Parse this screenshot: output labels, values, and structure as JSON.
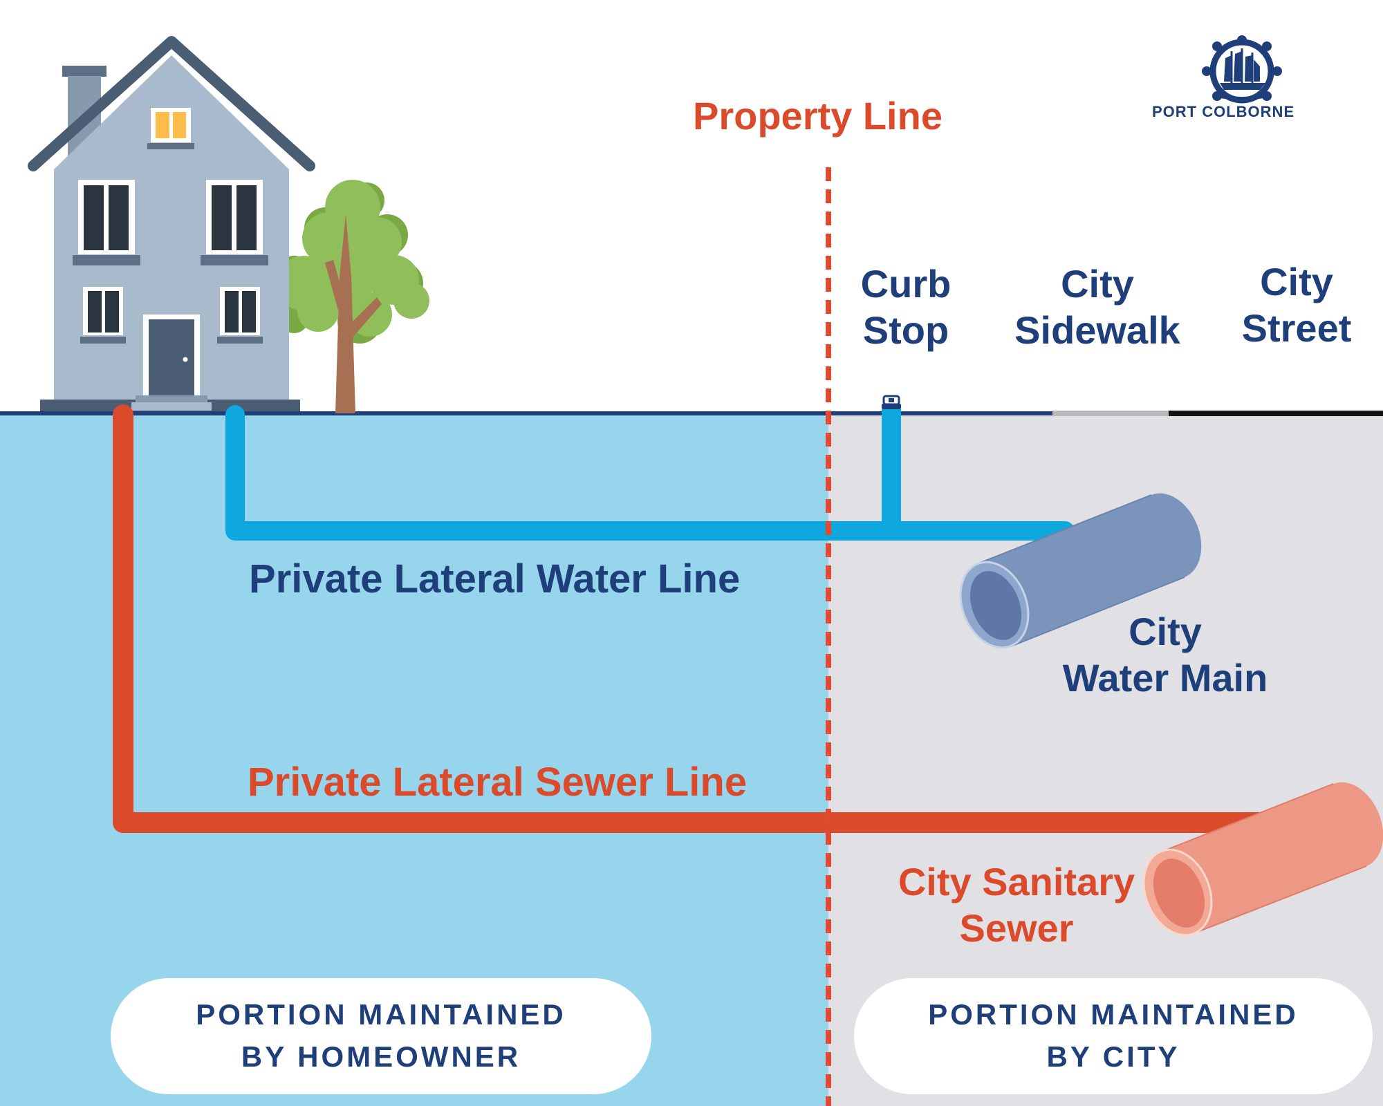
{
  "logo": {
    "text": "PORT COLBORNE",
    "color": "#1e3f7a"
  },
  "labels": {
    "property_line": "Property Line",
    "curb_stop": [
      "Curb",
      "Stop"
    ],
    "city_sidewalk": [
      "City",
      "Sidewalk"
    ],
    "city_street": [
      "City",
      "Street"
    ],
    "private_water_line": "Private Lateral Water Line",
    "city_water_main": [
      "City",
      "Water Main"
    ],
    "private_sewer_line": "Private Lateral Sewer Line",
    "city_sanitary_sewer": [
      "City Sanitary",
      "Sewer"
    ]
  },
  "zones": {
    "homeowner": [
      "PORTION MAINTAINED",
      "BY HOMEOWNER"
    ],
    "city": [
      "PORTION MAINTAINED",
      "BY CITY"
    ]
  },
  "colors": {
    "homeowner_ground": "#97d5ec",
    "city_ground": "#e1e1e5",
    "water_line": "#0ea8df",
    "sewer_line": "#dc4a2c",
    "property_line": "#e04a30",
    "label_navy": "#1e3f7a",
    "water_main": "#6e86b3",
    "sanitary_sewer": "#ea8a78"
  }
}
